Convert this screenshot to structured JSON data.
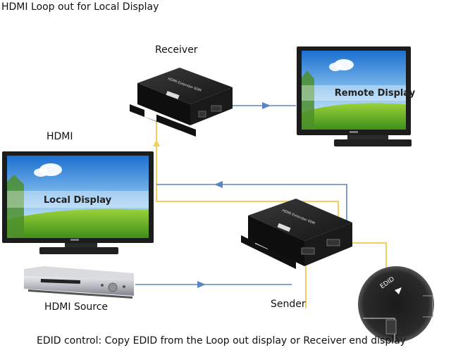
{
  "title": "HDMI Loop out for Local Display",
  "labels": {
    "receiver": "Receiver",
    "hdmi": "HDMI",
    "hdmi_source": "HDMI Source",
    "sender": "Sender"
  },
  "screens": {
    "remote": "Remote Display",
    "local": "Local Display"
  },
  "edid_switch": "EDID",
  "caption": "EDID control: Copy EDID from the Loop out display or Receiver end display",
  "colors": {
    "link_blue": "#5b86c4",
    "hdmi_yellow": "#f2cf5b"
  }
}
